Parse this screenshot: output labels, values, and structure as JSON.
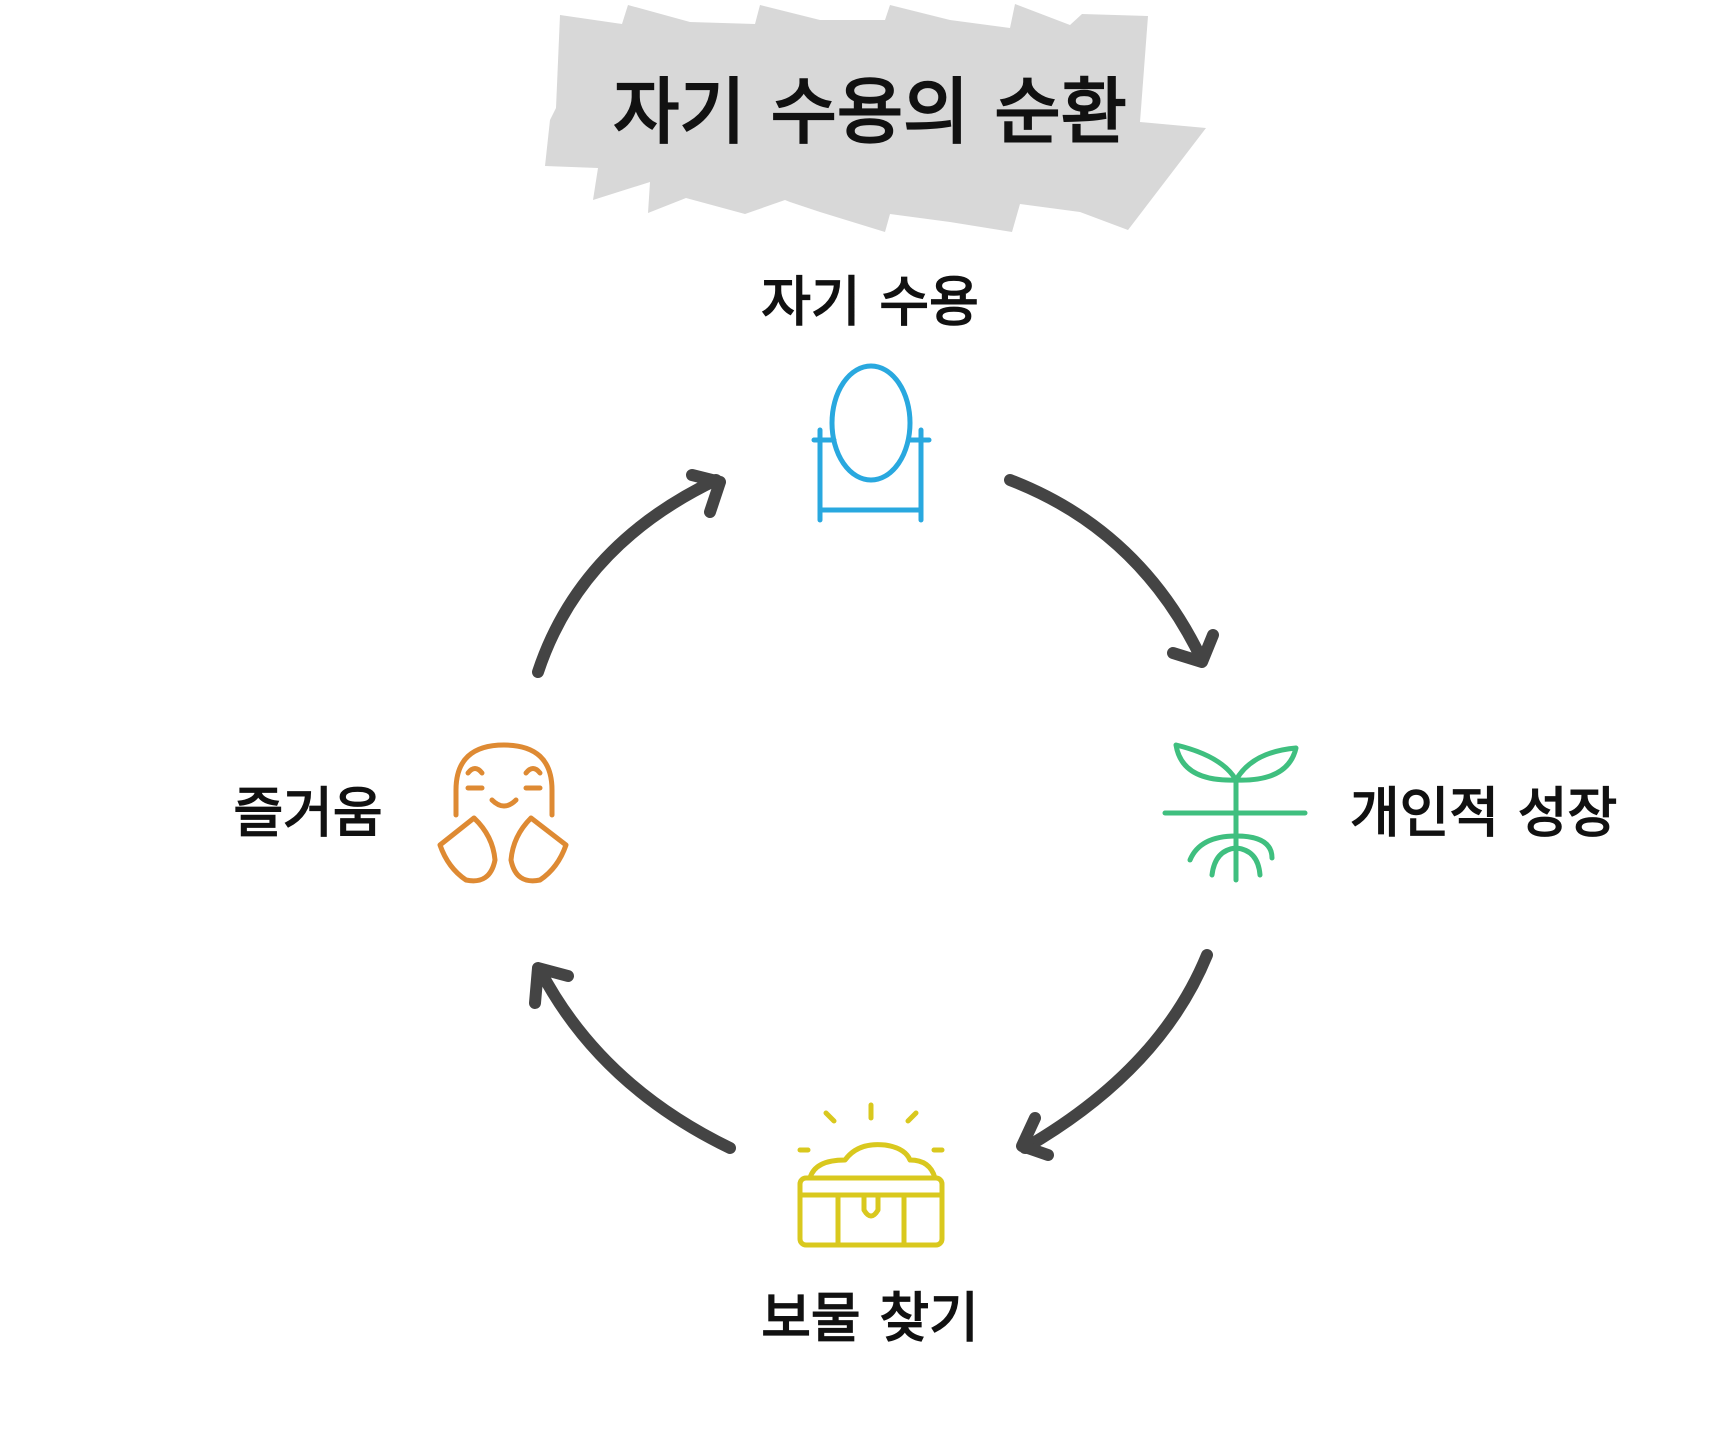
{
  "title": "자기 수용의 순환",
  "nodes": [
    {
      "label": "자기 수용",
      "icon": "mirror-icon",
      "color": "#29a8df"
    },
    {
      "label": "개인적 성장",
      "icon": "sprout-icon",
      "color": "#3fbf7f"
    },
    {
      "label": "보물 찾기",
      "icon": "treasure-chest-icon",
      "color": "#d9c81e"
    },
    {
      "label": "즐거움",
      "icon": "happy-face-icon",
      "color": "#de8a33"
    }
  ],
  "colors": {
    "arrow": "#444444",
    "title_banner": "#d8d8d8",
    "text": "#111111"
  }
}
